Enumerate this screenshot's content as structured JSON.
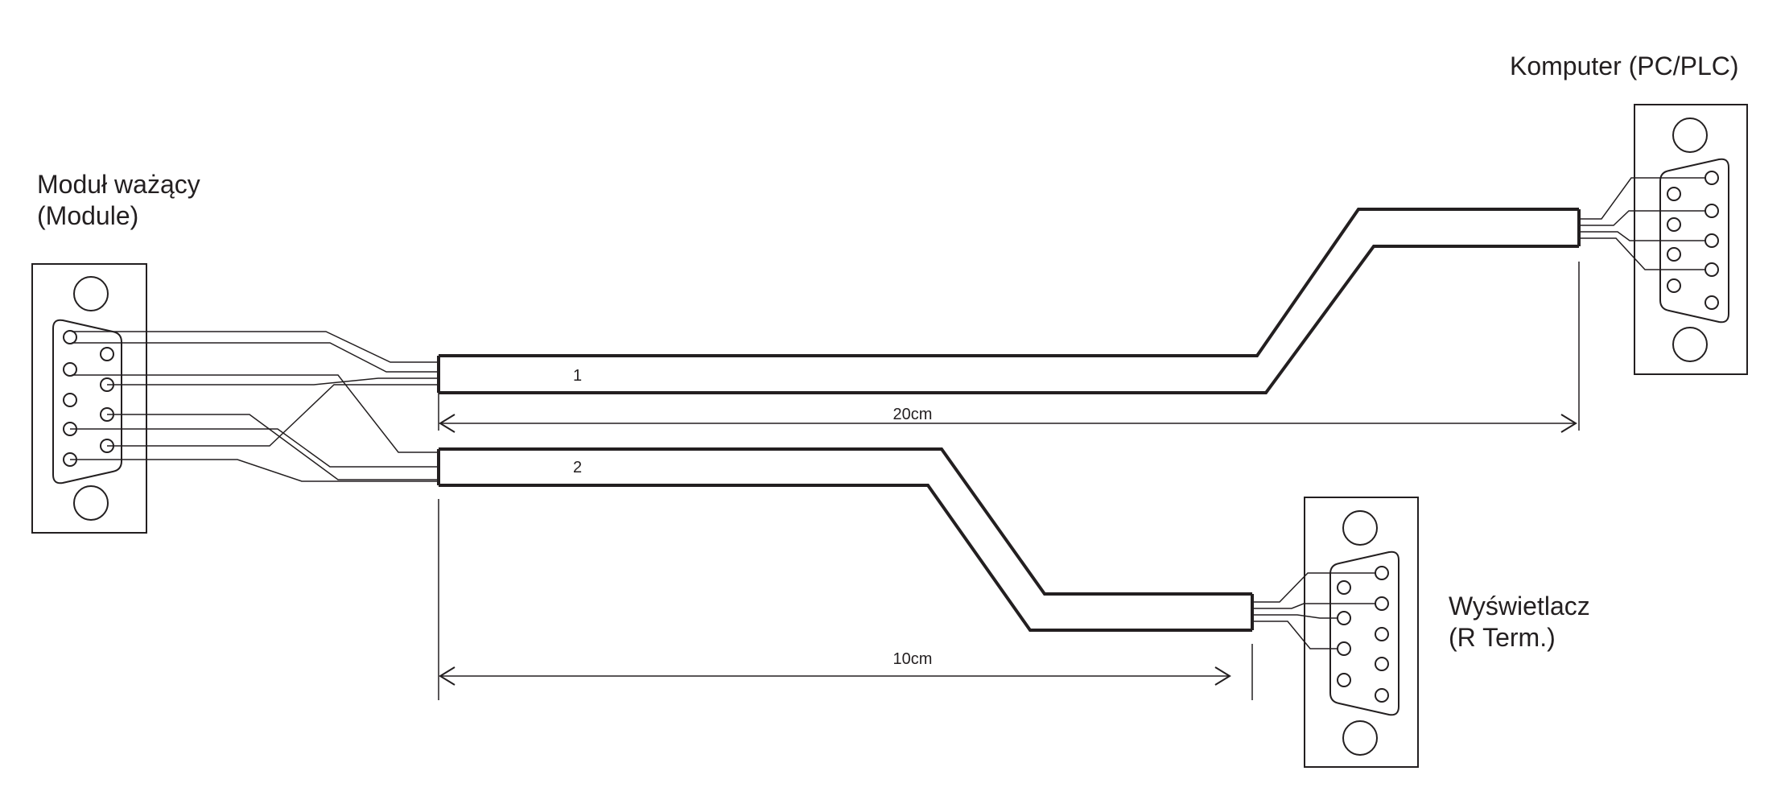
{
  "labels": {
    "module_line1": "Moduł ważący",
    "module_line2": "(Module)",
    "computer": "Komputer (PC/PLC)",
    "display_line1": "Wyświetlacz",
    "display_line2": "(R Term.)"
  },
  "cables": [
    {
      "number": "1",
      "length": "20cm"
    },
    {
      "number": "2",
      "length": "10cm"
    }
  ],
  "colors": {
    "line": "#231f20",
    "background": "#ffffff"
  }
}
